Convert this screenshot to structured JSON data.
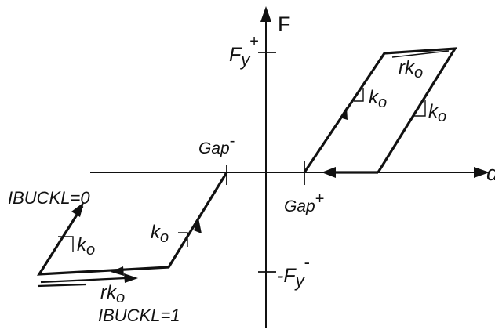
{
  "labels": {
    "f_axis": "F",
    "d_axis": "d",
    "fy_plus": "F",
    "fy_plus_sub": "y",
    "fy_plus_sup": "+",
    "fy_minus_prefix": "-F",
    "fy_minus_sub": "y",
    "fy_minus_sup": "-",
    "gap_minus": "Gap",
    "gap_minus_sup": "-",
    "gap_plus": "Gap",
    "gap_plus_sup": "+",
    "k": "k",
    "k_sub": "o",
    "rk": "rk",
    "rk_sub": "o",
    "ibuckl0": "IBUCKL=0",
    "ibuckl1": "IBUCKL=1"
  },
  "colors": {
    "ink": "#111111",
    "background": "#ffffff"
  }
}
